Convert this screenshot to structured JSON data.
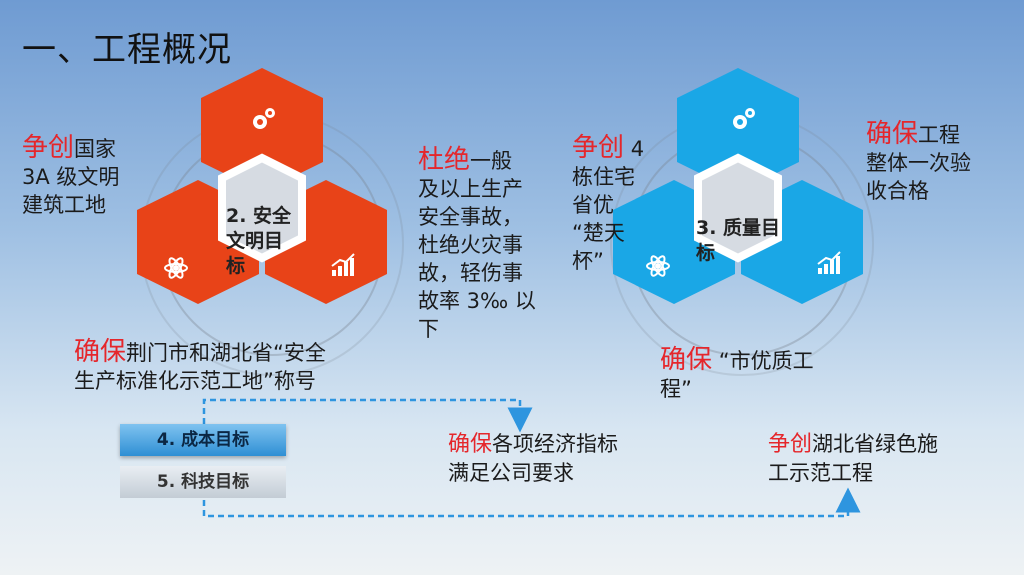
{
  "title": "一、工程概况",
  "colors": {
    "red": "#e84318",
    "blue": "#1aa7e6",
    "highlight": "#e5262b"
  },
  "icons": {
    "top": "gears-icon",
    "left": "atom-icon",
    "right": "bar-chart-icon"
  },
  "group1": {
    "center_lines": [
      "2. 安全",
      "文明目",
      "标"
    ],
    "left_note": {
      "highlight": "争创",
      "lines": [
        "国家",
        "3A 级文明",
        "建筑工地"
      ]
    },
    "right_note": {
      "highlight": "杜绝",
      "lines": [
        "一般",
        "及以上生产",
        "安全事故，",
        "杜绝火灾事",
        "故，轻伤事",
        "故率 3‰ 以",
        "下"
      ]
    },
    "bottom_note": {
      "highlight": "确保",
      "lines": [
        "荆门市和湖北省“安全",
        "生产标准化示范工地”称号"
      ]
    }
  },
  "group2": {
    "center_lines": [
      "3. 质量目",
      "标"
    ],
    "left_note": {
      "highlight": "争创",
      "lines": [
        " 4",
        "栋住宅",
        "省优",
        " “楚天",
        "杯”"
      ]
    },
    "right_note": {
      "highlight": "确保",
      "lines": [
        "工程",
        "整体一次验",
        "收合格"
      ]
    },
    "bottom_note": {
      "highlight": "确保",
      "lines": [
        " “市优质工",
        "程”"
      ]
    }
  },
  "flow": {
    "box1": "4. 成本目标",
    "box2": "5. 科技目标",
    "middle_note": {
      "highlight": "确保",
      "lines": [
        "各项经济指标",
        "满足公司要求"
      ]
    },
    "right_note": {
      "highlight": "争创",
      "lines": [
        "湖北省绿色施",
        "工示范工程"
      ]
    }
  }
}
